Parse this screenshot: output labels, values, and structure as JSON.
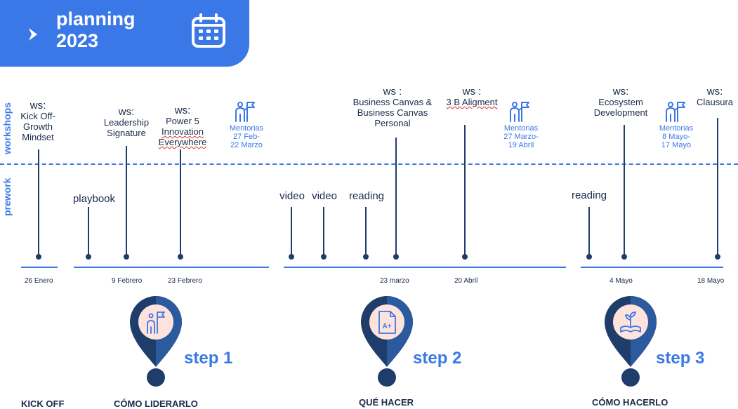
{
  "header": {
    "title_line1": "planning",
    "title_line2": "2023"
  },
  "rows": {
    "workshops": "workshops",
    "prework": "prework"
  },
  "workshops": [
    {
      "l1": "ws:",
      "l2": "Kick Off-",
      "l3": "Growth",
      "l4": "Mindset"
    },
    {
      "l1": "ws:",
      "l2": "Leadership",
      "l3": "Signature"
    },
    {
      "l1": "ws:",
      "l2": "Power 5",
      "l3": "Innovation",
      "l4": "Everywhere"
    },
    {
      "l1": "ws :",
      "l2": "Business Canvas &",
      "l3": "Business Canvas",
      "l4": "Personal"
    },
    {
      "l1": "ws :",
      "l2": "3 B Aligment"
    },
    {
      "l1": "ws:",
      "l2": "Ecosystem",
      "l3": "Development"
    },
    {
      "l1": "ws:",
      "l2": "Clausura"
    }
  ],
  "mentorias": [
    {
      "l1": "Mentorias",
      "l2": "27 Feb-",
      "l3": "22 Marzo"
    },
    {
      "l1": "Mentorias",
      "l2": "27 Marzo-",
      "l3": "19  Abril"
    },
    {
      "l1": "Mentorias",
      "l2": "8  Mayo-",
      "l3": "17 Mayo"
    }
  ],
  "prework": [
    "playbook",
    "video",
    "video",
    "reading",
    "reading"
  ],
  "dates": [
    "26 Enero",
    "9 Febrero",
    "23 Febrero",
    "23 marzo",
    "20 Abril",
    "4  Mayo",
    "18 Mayo"
  ],
  "steps": [
    {
      "label": "step 1",
      "phase": "CÓMO LIDERARLO",
      "icon": "leader-flag-icon"
    },
    {
      "label": "step 2",
      "phase": "QUÉ HACER",
      "icon": "document-grade-icon"
    },
    {
      "label": "step 3",
      "phase": "CÓMO HACERLO",
      "icon": "book-plant-icon"
    }
  ],
  "kickoff": "KICK OFF",
  "colors": {
    "accent": "#3b78e7",
    "navy": "#1f3d6b",
    "pin_fill": "#fde3dc"
  }
}
